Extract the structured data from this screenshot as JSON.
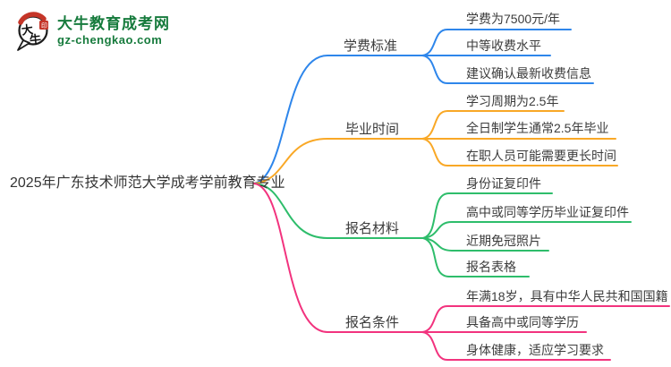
{
  "logo": {
    "icon_name": "daniu-speech-bubble-logo",
    "icon_text_top": "大",
    "icon_text_bottom": "牛",
    "title": "大牛教育成考网",
    "subtitle": "gz-chengkao.com",
    "brand_green": "#177B3D",
    "seal_red": "#C53528"
  },
  "root": {
    "label": "2025年广东技术师范大学成考学前教育专业"
  },
  "branches": [
    {
      "label": "学费标准",
      "color": "#2E86EB",
      "children": [
        "学费为7500元/年",
        "中等收费水平",
        "建议确认最新收费信息"
      ]
    },
    {
      "label": "毕业时间",
      "color": "#F9A826",
      "children": [
        "学习周期为2.5年",
        "全日制学生通常2.5年毕业",
        "在职人员可能需要更长时间"
      ]
    },
    {
      "label": "报名材料",
      "color": "#2EBD6B",
      "children": [
        "身份证复印件",
        "高中或同等学历毕业证复印件",
        "近期免冠照片",
        "报名表格"
      ]
    },
    {
      "label": "报名条件",
      "color": "#F2337E",
      "children": [
        "年满18岁，具有中华人民共和国国籍",
        "具备高中或同等学历",
        "身体健康，适应学习要求"
      ]
    }
  ]
}
